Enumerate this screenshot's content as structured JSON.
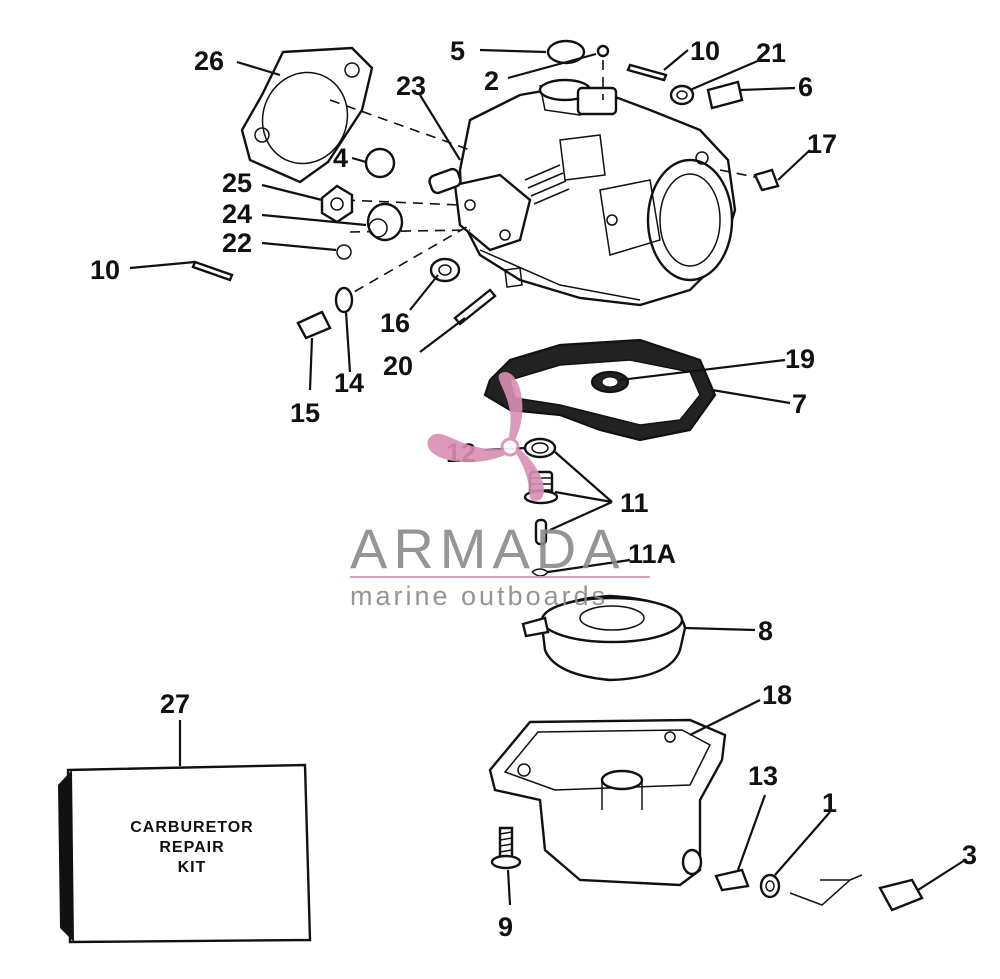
{
  "callouts": {
    "c1": "1",
    "c2": "2",
    "c3": "3",
    "c4": "4",
    "c5": "5",
    "c6": "6",
    "c7": "7",
    "c8": "8",
    "c9": "9",
    "c10a": "10",
    "c10b": "10",
    "c11": "11",
    "c11a": "11A",
    "c12": "12",
    "c13": "13",
    "c14": "14",
    "c15": "15",
    "c16": "16",
    "c17": "17",
    "c18": "18",
    "c19": "19",
    "c20": "20",
    "c21": "21",
    "c22": "22",
    "c23": "23",
    "c24": "24",
    "c25": "25",
    "c26": "26",
    "c27": "27"
  },
  "kit_box": {
    "line1": "CARBURETOR",
    "line2": "REPAIR",
    "line3": "KIT"
  },
  "watermark": {
    "brand": "ARMADA",
    "tagline": "marine outboards",
    "color": "#d98fb4"
  }
}
